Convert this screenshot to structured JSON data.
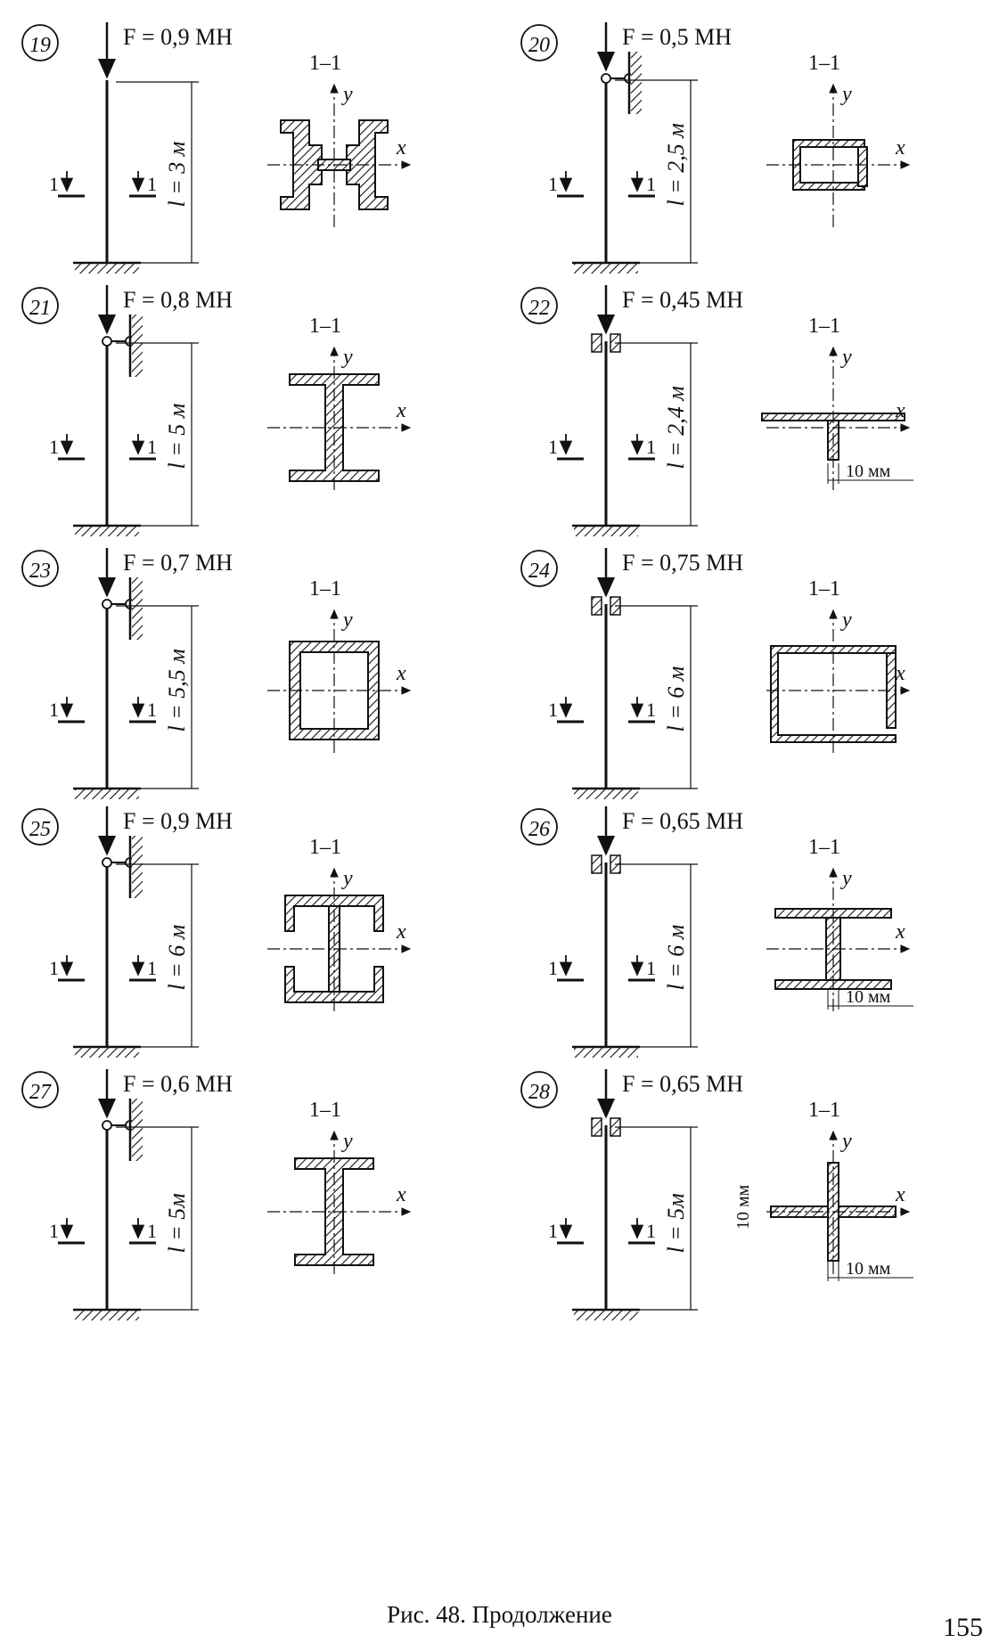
{
  "figure": {
    "caption": "Рис. 48. Продолжение",
    "page_number": "155",
    "section_mark": "1–1",
    "axis_x": "x",
    "axis_y": "y",
    "cut_mark": "1",
    "hatch_color": "#111111",
    "problems": [
      {
        "number": "19",
        "force": "F = 0,9 MH",
        "length": "l = 3 м",
        "top": "free",
        "section": "double-channel-h",
        "dim": ""
      },
      {
        "number": "20",
        "force": "F = 0,5 MH",
        "length": "l = 2,5 м",
        "top": "pin",
        "section": "box-channels",
        "dim": ""
      },
      {
        "number": "21",
        "force": "F = 0,8 MH",
        "length": "l = 5 м",
        "top": "pin",
        "section": "i-beam",
        "dim": ""
      },
      {
        "number": "22",
        "force": "F = 0,45 MH",
        "length": "l = 2,4 м",
        "top": "guide",
        "section": "t-angles",
        "dim": "10 мм"
      },
      {
        "number": "23",
        "force": "F = 0,7 MH",
        "length": "l = 5,5 м",
        "top": "pin",
        "section": "square-channels",
        "dim": ""
      },
      {
        "number": "24",
        "force": "F = 0,75 MH",
        "length": "l = 6 м",
        "top": "guide",
        "section": "box-angles",
        "dim": ""
      },
      {
        "number": "25",
        "force": "F = 0,9 MH",
        "length": "l = 6 м",
        "top": "pin",
        "section": "i-with-channels",
        "dim": ""
      },
      {
        "number": "26",
        "force": "F = 0,65 MH",
        "length": "l = 6 м",
        "top": "guide",
        "section": "h-angles",
        "dim": "10 мм"
      },
      {
        "number": "27",
        "force": "F = 0,6 MH",
        "length": "l = 5м",
        "top": "pin",
        "section": "i-beam-small",
        "dim": ""
      },
      {
        "number": "28",
        "force": "F = 0,65 MH",
        "length": "l = 5м",
        "top": "guide",
        "section": "cross-angles",
        "dim": "10 мм",
        "dim2": "10 мм"
      }
    ]
  }
}
